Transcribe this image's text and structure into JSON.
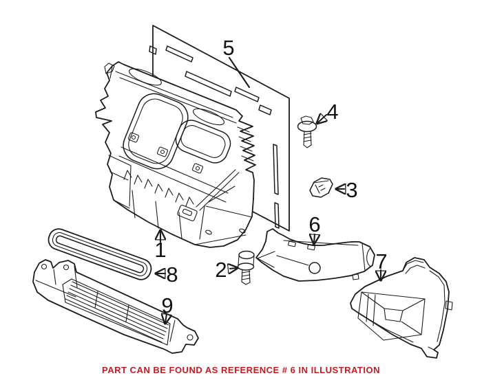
{
  "page": {
    "background": "#ffffff"
  },
  "illustration": {
    "line_color": "#1b1b1b",
    "callouts": [
      {
        "ref": "1"
      },
      {
        "ref": "2"
      },
      {
        "ref": "3"
      },
      {
        "ref": "4"
      },
      {
        "ref": "5"
      },
      {
        "ref": "6"
      },
      {
        "ref": "7"
      },
      {
        "ref": "8"
      },
      {
        "ref": "9"
      }
    ]
  },
  "caption": {
    "text": "PART CAN BE FOUND AS REFERENCE # 6 IN ILLUSTRATION",
    "color": "#c41b22"
  }
}
